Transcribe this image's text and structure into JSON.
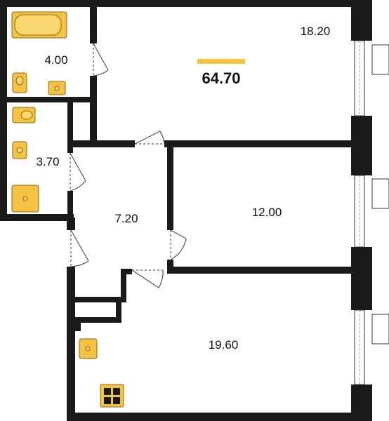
{
  "plan": {
    "total_area": "64.70",
    "rooms": [
      {
        "id": "bathroom",
        "area": "4.00"
      },
      {
        "id": "toilet",
        "area": "3.70"
      },
      {
        "id": "living-room",
        "area": "18.20"
      },
      {
        "id": "hallway",
        "area": "7.20"
      },
      {
        "id": "bedroom",
        "area": "12.00"
      },
      {
        "id": "kitchen",
        "area": "19.60"
      }
    ]
  },
  "colors": {
    "wall": "#1a1a1a",
    "fixture": "#f5c242",
    "fixture_outline": "#8a6a10",
    "accent": "#f5c242",
    "door_swing": "#555555"
  }
}
